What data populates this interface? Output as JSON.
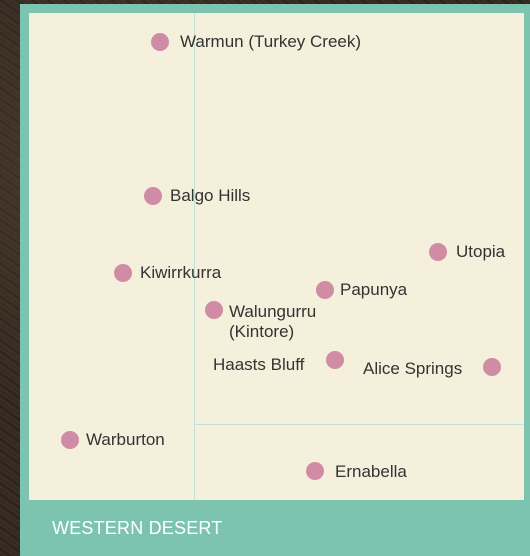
{
  "map": {
    "region_label": "WESTERN DESERT",
    "marker_color": "#d08ca4",
    "boundary_color": "#bfe3d8",
    "panel_color": "#f4f0dc",
    "frame_color": "#7cc4b0",
    "places": [
      {
        "id": "warmun",
        "name": "Warmun (Turkey Creek)"
      },
      {
        "id": "balgo",
        "name": "Balgo Hills"
      },
      {
        "id": "utopia",
        "name": "Utopia"
      },
      {
        "id": "kiwirrkurra",
        "name": "Kiwirrkurra"
      },
      {
        "id": "papunya",
        "name": "Papunya"
      },
      {
        "id": "walungurru",
        "name": "Walungurru (Kintore)"
      },
      {
        "id": "haasts",
        "name": "Haasts Bluff"
      },
      {
        "id": "alice",
        "name": "Alice Springs"
      },
      {
        "id": "warburton",
        "name": "Warburton"
      },
      {
        "id": "ernabella",
        "name": "Ernabella"
      }
    ]
  }
}
